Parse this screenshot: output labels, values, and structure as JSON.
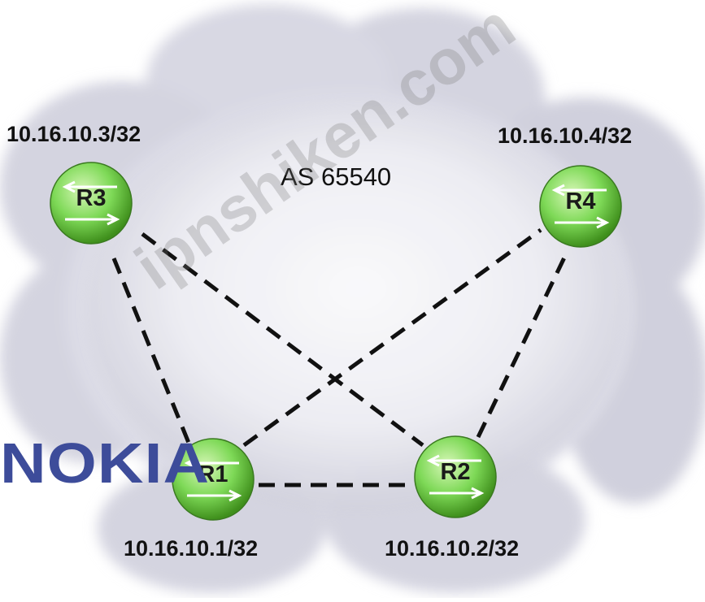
{
  "as_label": "AS 65540",
  "routers": [
    {
      "id": "R1",
      "address": "10.16.10.1/32"
    },
    {
      "id": "R2",
      "address": "10.16.10.2/32"
    },
    {
      "id": "R3",
      "address": "10.16.10.3/32"
    },
    {
      "id": "R4",
      "address": "10.16.10.4/32"
    }
  ],
  "links": [
    {
      "from": "R3",
      "to": "R1",
      "style": "dashed"
    },
    {
      "from": "R3",
      "to": "R2",
      "style": "dashed"
    },
    {
      "from": "R1",
      "to": "R2",
      "style": "dashed"
    },
    {
      "from": "R1",
      "to": "R4",
      "style": "dashed"
    },
    {
      "from": "R2",
      "to": "R4",
      "style": "dashed"
    }
  ],
  "logo_text": "NOKIA",
  "watermark_text": "ipnshiken.com",
  "colors": {
    "router_fill": "#7ed957",
    "cloud_fill": "#dcdce6",
    "logo": "#3d4c9a"
  }
}
